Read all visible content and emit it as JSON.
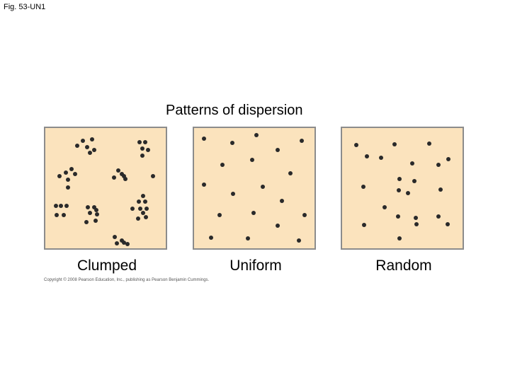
{
  "figure_label": "Fig. 53-UN1",
  "title": "Patterns of dispersion",
  "panels": [
    {
      "label": "Clumped",
      "dots": [
        [
          53,
          18
        ],
        [
          66,
          16
        ],
        [
          45,
          25
        ],
        [
          59,
          27
        ],
        [
          69,
          31
        ],
        [
          63,
          35
        ],
        [
          133,
          20
        ],
        [
          141,
          20
        ],
        [
          137,
          29
        ],
        [
          145,
          31
        ],
        [
          137,
          39
        ],
        [
          29,
          63
        ],
        [
          37,
          58
        ],
        [
          42,
          65
        ],
        [
          20,
          68
        ],
        [
          32,
          73
        ],
        [
          32,
          84
        ],
        [
          103,
          60
        ],
        [
          108,
          65
        ],
        [
          97,
          70
        ],
        [
          111,
          68
        ],
        [
          113,
          72
        ],
        [
          152,
          68
        ],
        [
          15,
          110
        ],
        [
          22,
          110
        ],
        [
          30,
          110
        ],
        [
          16,
          123
        ],
        [
          26,
          123
        ],
        [
          60,
          112
        ],
        [
          69,
          112
        ],
        [
          72,
          116
        ],
        [
          63,
          120
        ],
        [
          73,
          122
        ],
        [
          58,
          133
        ],
        [
          71,
          131
        ],
        [
          138,
          96
        ],
        [
          132,
          104
        ],
        [
          141,
          104
        ],
        [
          123,
          114
        ],
        [
          134,
          114
        ],
        [
          143,
          114
        ],
        [
          138,
          120
        ],
        [
          131,
          128
        ],
        [
          142,
          126
        ],
        [
          98,
          154
        ],
        [
          108,
          159
        ],
        [
          101,
          163
        ],
        [
          111,
          162
        ],
        [
          116,
          164
        ]
      ]
    },
    {
      "label": "Uniform",
      "dots": [
        [
          14,
          15
        ],
        [
          54,
          21
        ],
        [
          88,
          10
        ],
        [
          118,
          31
        ],
        [
          152,
          18
        ],
        [
          40,
          52
        ],
        [
          82,
          45
        ],
        [
          136,
          64
        ],
        [
          14,
          80
        ],
        [
          55,
          93
        ],
        [
          97,
          83
        ],
        [
          124,
          103
        ],
        [
          36,
          123
        ],
        [
          84,
          120
        ],
        [
          156,
          123
        ],
        [
          24,
          155
        ],
        [
          76,
          156
        ],
        [
          118,
          138
        ],
        [
          148,
          159
        ]
      ]
    },
    {
      "label": "Random",
      "dots": [
        [
          20,
          24
        ],
        [
          35,
          40
        ],
        [
          55,
          42
        ],
        [
          74,
          23
        ],
        [
          123,
          22
        ],
        [
          150,
          44
        ],
        [
          99,
          50
        ],
        [
          136,
          52
        ],
        [
          81,
          72
        ],
        [
          102,
          75
        ],
        [
          30,
          83
        ],
        [
          80,
          88
        ],
        [
          93,
          92
        ],
        [
          139,
          87
        ],
        [
          60,
          112
        ],
        [
          79,
          125
        ],
        [
          104,
          127
        ],
        [
          136,
          125
        ],
        [
          31,
          137
        ],
        [
          81,
          156
        ],
        [
          105,
          136
        ],
        [
          149,
          136
        ]
      ]
    }
  ],
  "copyright": "Copyright © 2008 Pearson Education, Inc., publishing as Pearson Benjamin Cummings.",
  "colors": {
    "panel_fill": "#fbe3bd",
    "panel_border": "#8c8c8c",
    "dot": "#2a2a2a"
  }
}
